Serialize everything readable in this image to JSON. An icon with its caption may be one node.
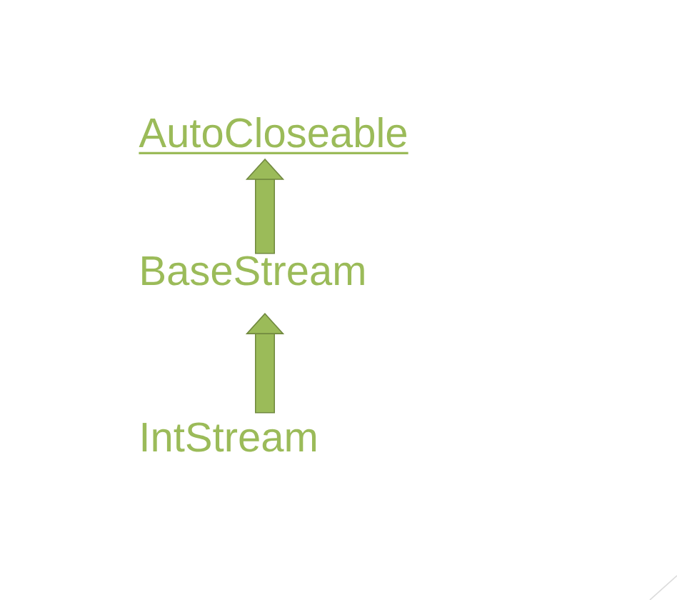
{
  "diagram": {
    "nodes": [
      {
        "text": [
          "AutoCloseable"
        ]
      },
      {
        "text": [
          "BaseStream"
        ]
      },
      {
        "text": [
          "IntStream"
        ]
      }
    ],
    "edges": [
      {
        "from": 1,
        "to": 0,
        "arrow": "to"
      },
      {
        "from": 2,
        "to": 1,
        "arrow": "to"
      }
    ]
  }
}
